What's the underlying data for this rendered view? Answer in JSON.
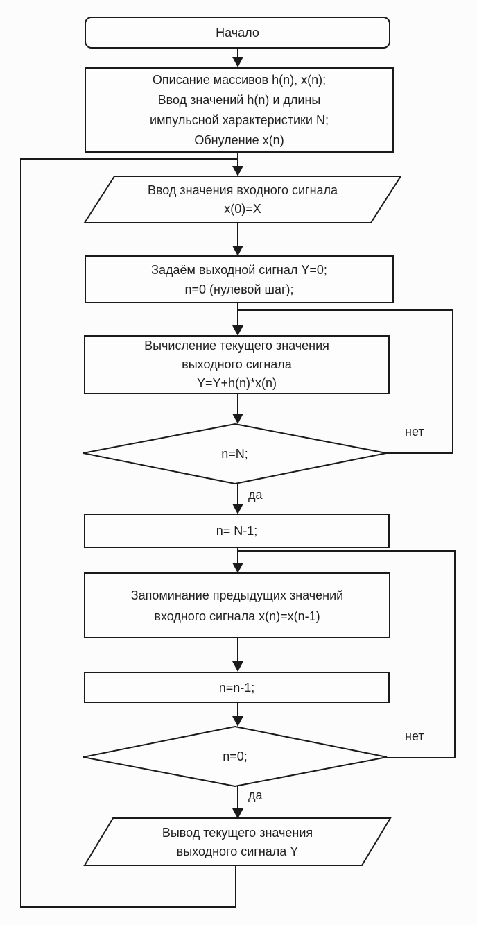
{
  "diagram": {
    "title_hint": "FIR filter convolution flowchart",
    "colors": {
      "line": "#1a1a1a",
      "text": "#1f1f1f",
      "background": "#fcfcfc"
    },
    "nodes": {
      "start": {
        "type": "terminator",
        "label": "Начало"
      },
      "init": {
        "type": "process",
        "lines": [
          "Описание массивов h(n), x(n);",
          "Ввод значений h(n) и длины",
          "импульсной характеристики N;",
          "Обнуление x(n)"
        ]
      },
      "input_signal": {
        "type": "io",
        "lines": [
          "Ввод значения входного сигнала",
          "x(0)=X"
        ]
      },
      "set_output": {
        "type": "process",
        "lines": [
          "Задаём выходной сигнал Y=0;",
          "n=0 (нулевой шаг);"
        ]
      },
      "compute": {
        "type": "process",
        "lines": [
          "Вычисление текущего значения",
          "выходного сигнала",
          "Y=Y+h(n)*x(n)"
        ]
      },
      "check_n_equals_N": {
        "type": "decision",
        "label": "n=N;"
      },
      "set_n_N_minus_1": {
        "type": "process",
        "label": "n= N-1;"
      },
      "store_previous": {
        "type": "process",
        "lines": [
          "Запоминание предыдущих значений",
          "входного сигнала x(n)=x(n-1)"
        ]
      },
      "decrement_n": {
        "type": "process",
        "label": "n=n-1;"
      },
      "check_n_equals_0": {
        "type": "decision",
        "label": "n=0;"
      },
      "output_signal": {
        "type": "io",
        "lines": [
          "Вывод текущего значения",
          "выходного сигнала Y"
        ]
      }
    },
    "edge_labels": {
      "yes": "да",
      "no": "нет"
    }
  }
}
